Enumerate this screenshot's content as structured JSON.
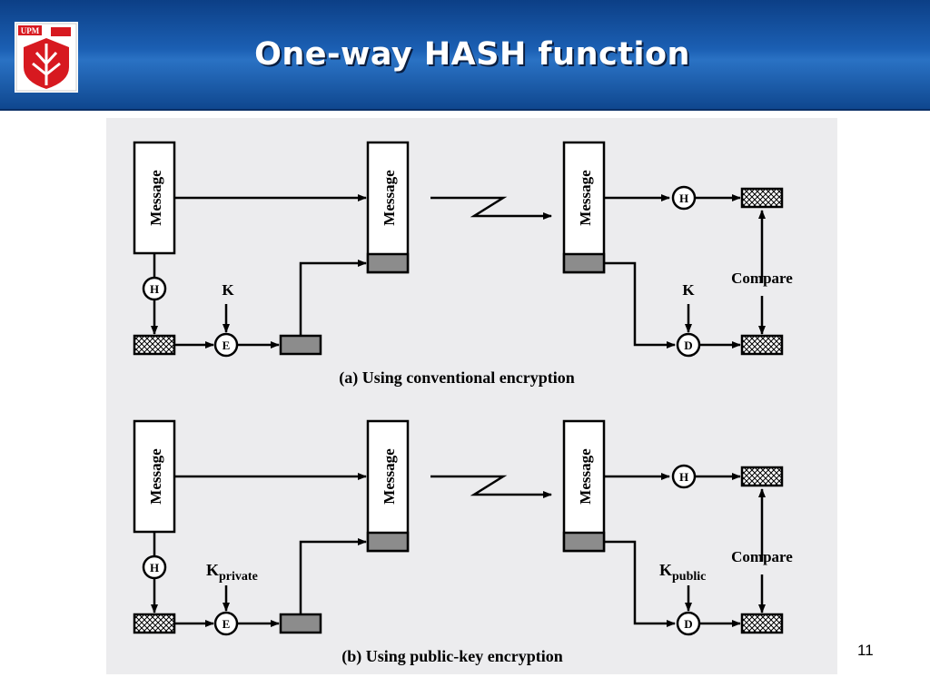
{
  "header": {
    "title": "One-way HASH function"
  },
  "logo": {
    "text": "UPM"
  },
  "page_number": "11",
  "colors": {
    "header_blue": "#1b5fb3",
    "figure_bg": "#ececee",
    "filled_box": "#8c8c8c"
  },
  "diagram": {
    "panel_a": {
      "caption": "(a) Using conventional encryption",
      "message_label": "Message",
      "hash_label": "H",
      "encrypt_label": "E",
      "decrypt_label": "D",
      "key_label": "K",
      "compare_label": "Compare"
    },
    "panel_b": {
      "caption": "(b) Using public-key encryption",
      "message_label": "Message",
      "hash_label": "H",
      "encrypt_label": "E",
      "decrypt_label": "D",
      "key_private_main": "K",
      "key_private_sub": "private",
      "key_public_main": "K",
      "key_public_sub": "public",
      "compare_label": "Compare"
    }
  }
}
